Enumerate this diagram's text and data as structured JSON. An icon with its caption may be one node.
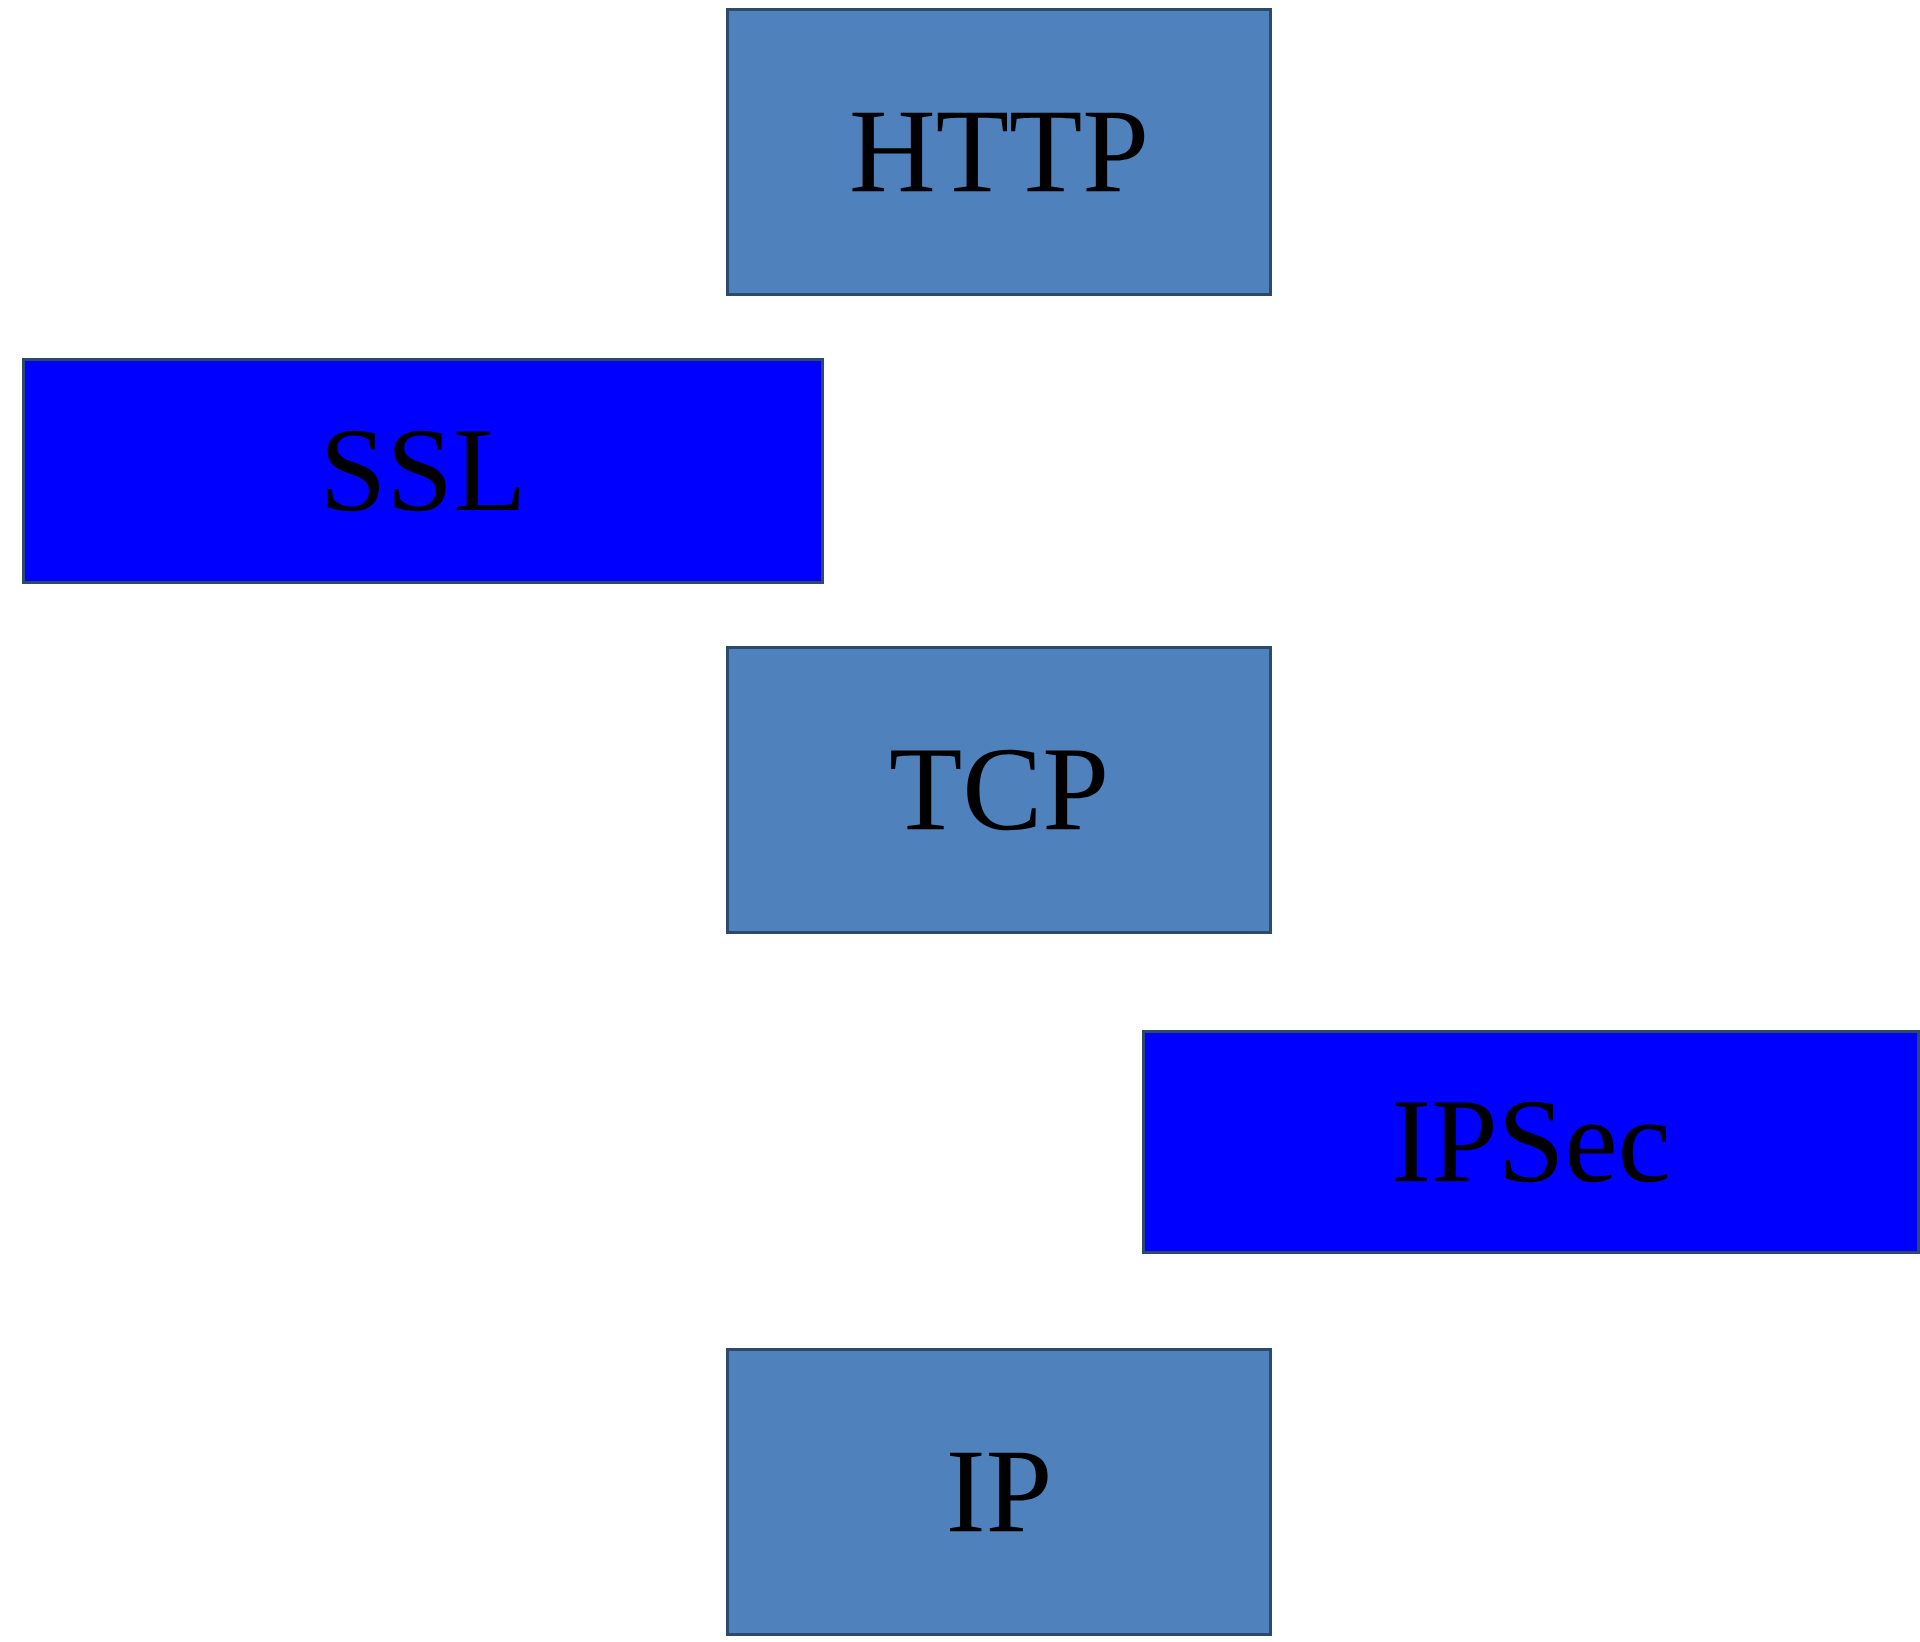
{
  "diagram": {
    "nodes": [
      {
        "text": [
          "HTTP"
        ]
      },
      {
        "text": [
          "SSL"
        ]
      },
      {
        "text": [
          "TCP"
        ]
      },
      {
        "text": [
          "IPSec"
        ]
      },
      {
        "text": [
          "IP"
        ]
      }
    ]
  }
}
